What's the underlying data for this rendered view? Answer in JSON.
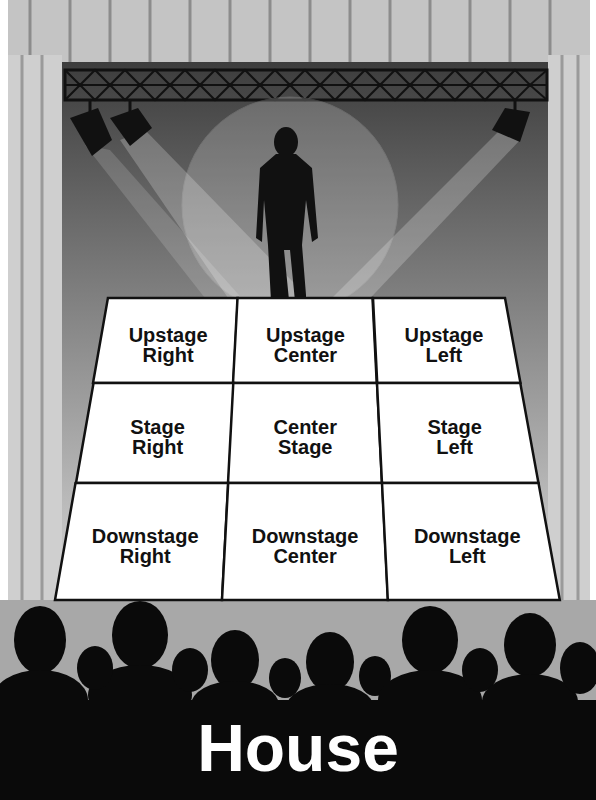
{
  "diagram": {
    "nodes": [
      {
        "text": [
          "Upstage Right"
        ]
      },
      {
        "text": [
          "Upstage Center"
        ]
      },
      {
        "text": [
          "Upstage Left"
        ]
      },
      {
        "text": [
          "Stage Right"
        ]
      },
      {
        "text": [
          "Center Stage"
        ]
      },
      {
        "text": [
          "Stage Left"
        ]
      },
      {
        "text": [
          "Downstage Right"
        ]
      },
      {
        "text": [
          "Downstage Center"
        ]
      },
      {
        "text": [
          "Downstage Left"
        ]
      }
    ],
    "labels": [
      "House"
    ]
  }
}
